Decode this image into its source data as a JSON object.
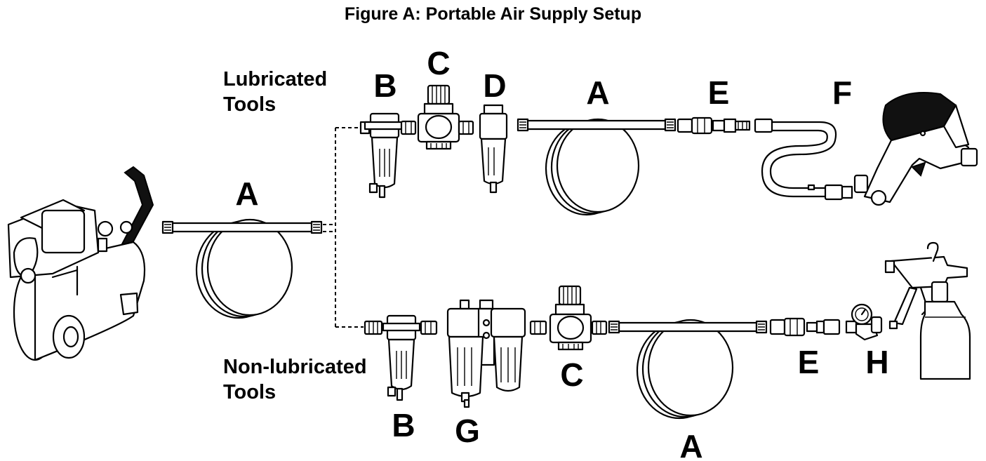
{
  "figure": {
    "title": "Figure A:  Portable Air Supply Setup"
  },
  "groups": {
    "lubricated": {
      "line1": "Lubricated",
      "line2": "Tools"
    },
    "non_lubricated": {
      "line1": "Non-lubricated",
      "line2": "Tools"
    }
  },
  "labels": {
    "hose_main": "A",
    "top_filter": "B",
    "top_regulator": "C",
    "top_lubricator": "D",
    "top_hose": "A",
    "top_coupler": "E",
    "top_whip_hose": "F",
    "bottom_filter": "B",
    "bottom_frl": "G",
    "bottom_regulator": "C",
    "bottom_hose": "A",
    "bottom_coupler": "E",
    "bottom_gauge": "H"
  }
}
